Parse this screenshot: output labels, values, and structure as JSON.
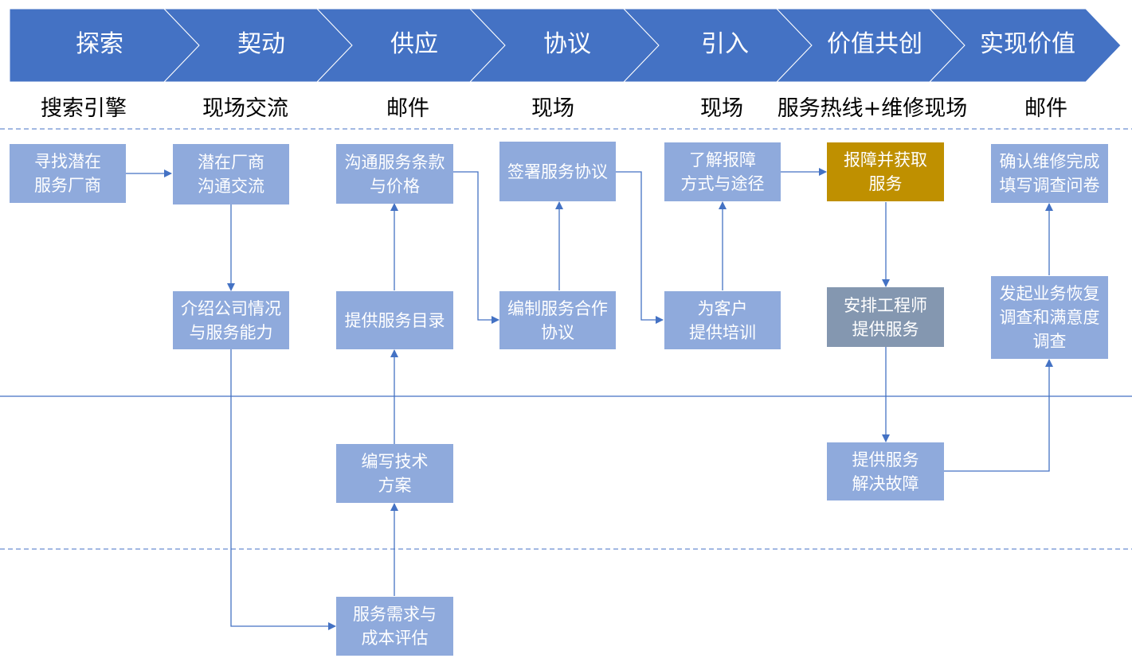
{
  "stages": [
    "探索",
    "契动",
    "供应",
    "协议",
    "引入",
    "价值共创",
    "实现价值"
  ],
  "channels": [
    "搜索引擎",
    "现场交流",
    "邮件",
    "现场",
    "现场",
    "服务热线+维修现场",
    "邮件"
  ],
  "boxes": {
    "find_vendor": "寻找潜在\n服务厂商",
    "vendor_talk": "潜在厂商\n沟通交流",
    "intro_company": "介绍公司情况\n与服务能力",
    "terms_price": "沟通服务条款\n与价格",
    "service_catalog": "提供服务目录",
    "tech_plan": "编写技术\n方案",
    "needs_cost": "服务需求与\n成本评估",
    "sign_agreement": "签署服务协议",
    "draft_agreement": "编制服务合作\n协议",
    "learn_report": "了解报障\n方式与途径",
    "training": "为客户\n提供培训",
    "report_service": "报障并获取\n服务",
    "engineer": "安排工程师\n提供服务",
    "solve_fault": "提供服务\n解决故障",
    "confirm_survey": "确认维修完成\n填写调查问卷",
    "recovery_survey": "发起业务恢复\n调查和满意度\n调查"
  },
  "colors": {
    "stage_fill": "#4472c4",
    "box_default": "#8faadc",
    "box_highlight": "#bf9000",
    "box_muted": "#8497b0",
    "connector": "#4472c4",
    "divider": "#4472c4"
  }
}
